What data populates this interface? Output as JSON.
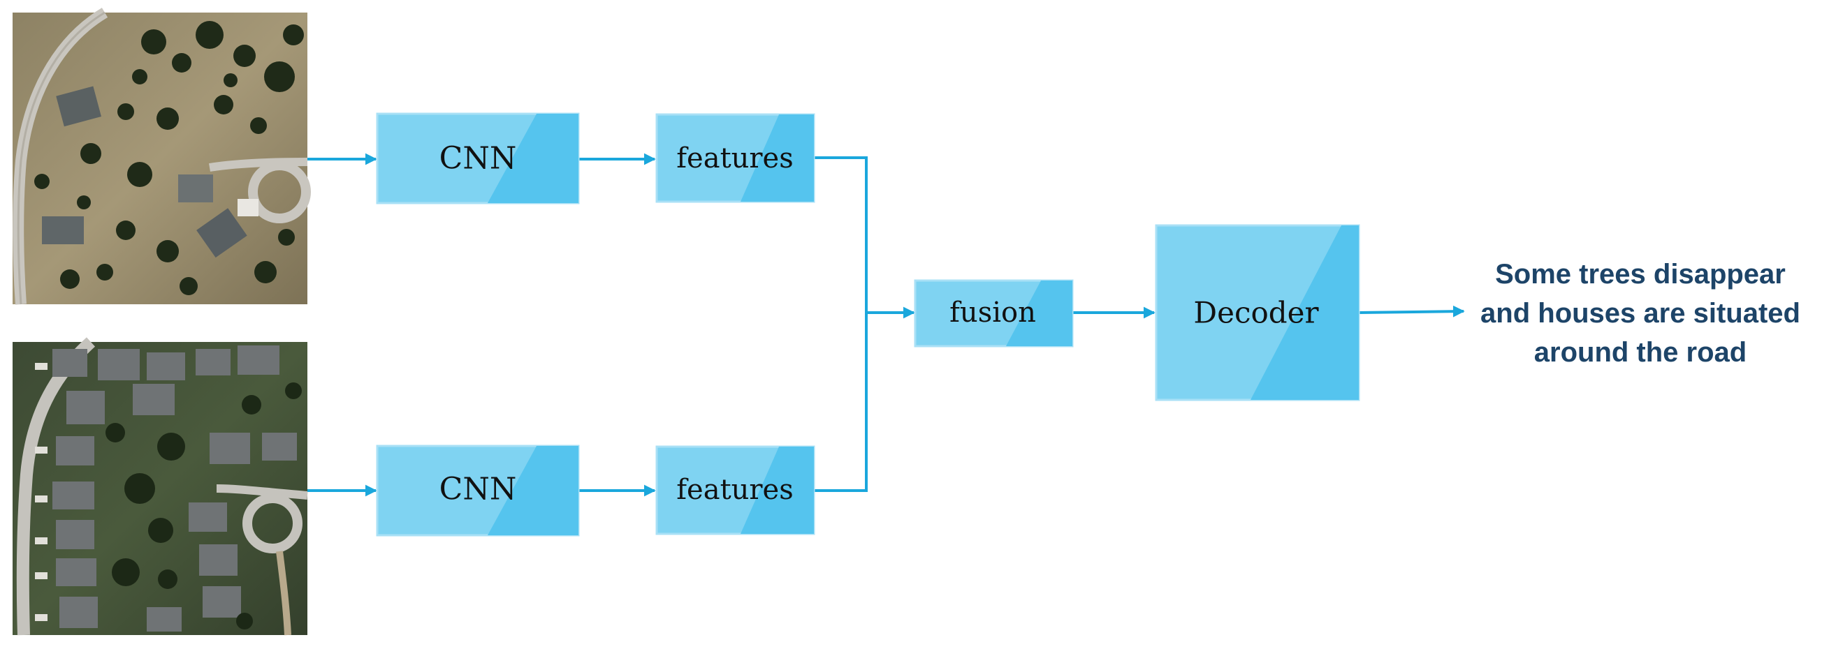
{
  "images": {
    "top": {
      "name": "satellite-image-before"
    },
    "bottom": {
      "name": "satellite-image-after"
    }
  },
  "boxes": {
    "cnn_top": "CNN",
    "cnn_bottom": "CNN",
    "features_top": "features",
    "features_bottom": "features",
    "fusion": "fusion",
    "decoder": "Decoder"
  },
  "output": {
    "line1": "Some trees disappear",
    "line2": "and houses are situated",
    "line3": "around the road"
  },
  "colors": {
    "box_light": "#7fd3f2",
    "box_dark": "#55c4ee",
    "box_border": "#a9e0f6",
    "arrow": "#1aa7dc",
    "text_dark": "#1d4468"
  }
}
